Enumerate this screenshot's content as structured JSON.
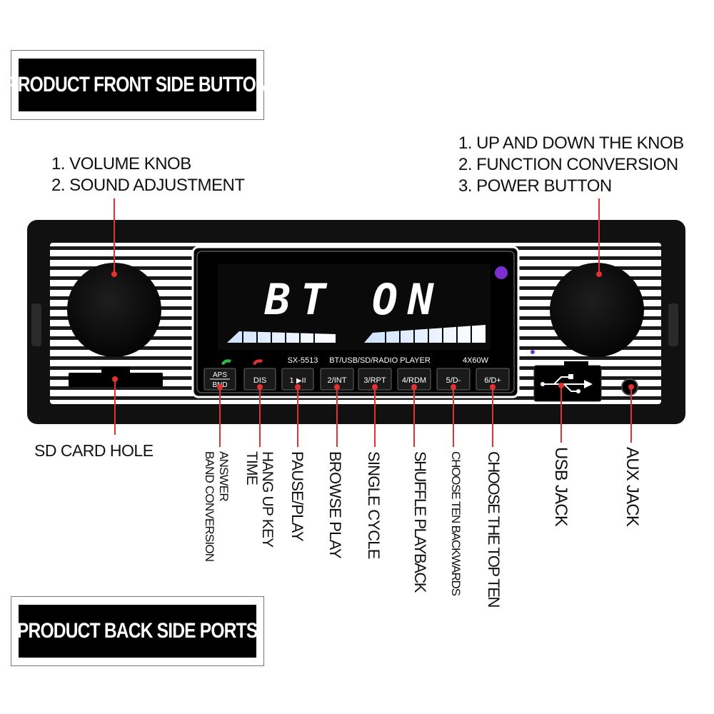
{
  "headers": {
    "front": "PRODUCT FRONT SIDE BUTTON",
    "back": "PRODUCT BACK SIDE PORTS"
  },
  "left_knob_notes": [
    "1. VOLUME KNOB",
    "2. SOUND ADJUSTMENT"
  ],
  "right_knob_notes": [
    "1. UP AND DOWN THE KNOB",
    "2. FUNCTION CONVERSION",
    "3. POWER BUTTON"
  ],
  "display": {
    "text": "BT ON",
    "model": "SX-5513",
    "desc": "BT/USB/SD/RADIO  PLAYER",
    "power": "4X60W"
  },
  "buttons": [
    {
      "top": "APS",
      "bottom": "BND"
    },
    {
      "label": "DIS"
    },
    {
      "label": "1 ▶II"
    },
    {
      "label": "2/INT"
    },
    {
      "label": "3/RPT"
    },
    {
      "label": "4/RDM"
    },
    {
      "label": "5/D-"
    },
    {
      "label": "6/D+"
    }
  ],
  "labels": {
    "sd": "SD CARD HOLE",
    "aps": [
      "ANSWER",
      "BAND CONVERSION"
    ],
    "dis": [
      "HANG UP KEY",
      "TIME"
    ],
    "play": "PAUSE/PLAY",
    "int": "BROWSE PLAY",
    "rpt": "SINGLE CYCLE",
    "rdm": "SHUFFLE PLAYBACK",
    "dminus": "CHOOSE TEN BACKWARDS",
    "dplus": "CHOOSE THE TOP TEN",
    "usb": "USB  JACK",
    "aux": "AUX  JACK"
  },
  "colors": {
    "accent": "#e53030",
    "lcd_text": "#ffffff",
    "body": "#111111"
  }
}
